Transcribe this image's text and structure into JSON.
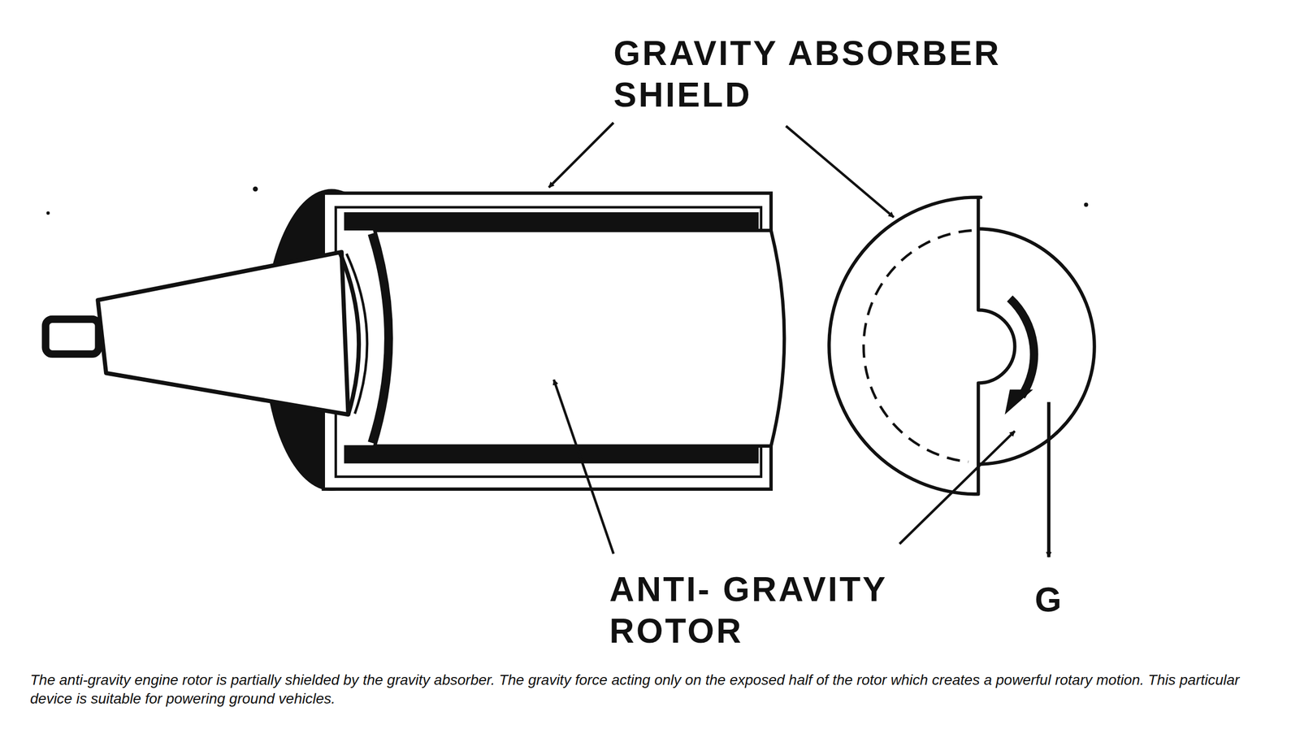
{
  "diagram": {
    "caption": "The anti-gravity engine rotor is partially shielded by the gravity absorber. The gravity force acting only on the exposed half of the rotor which creates a powerful rotary motion. This particular device is suitable for powering ground vehicles.",
    "labels": [
      "GRAVITY ABSORBER SHIELD",
      "ANTI- GRAVITY ROTOR",
      "G"
    ]
  }
}
